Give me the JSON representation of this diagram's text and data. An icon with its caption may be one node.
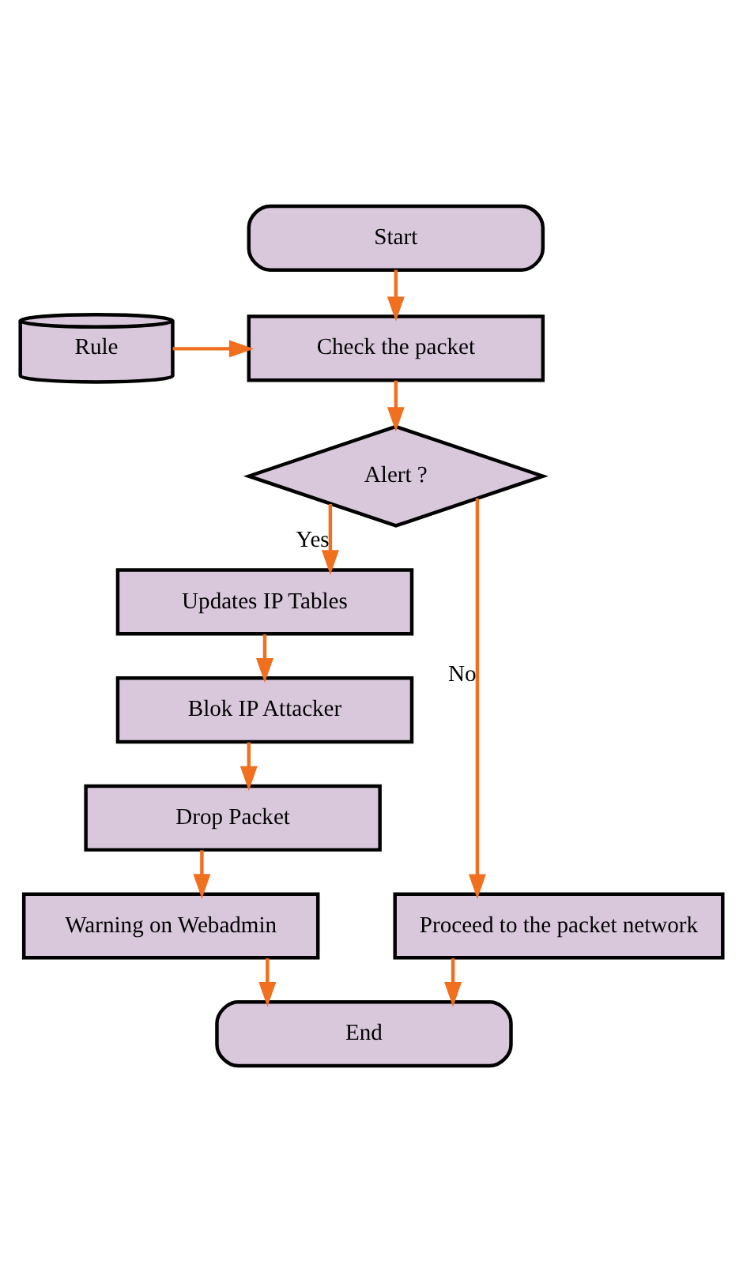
{
  "diagram": {
    "nodes": [
      {
        "text": [
          "Start"
        ]
      },
      {
        "text": [
          "Check the packet"
        ]
      },
      {
        "text": [
          "Rule"
        ]
      },
      {
        "text": [
          "Alert ?"
        ]
      },
      {
        "text": [
          "Updates IP Tables"
        ]
      },
      {
        "text": [
          "Blok IP Attacker"
        ]
      },
      {
        "text": [
          "Drop Packet"
        ]
      },
      {
        "text": [
          "Warning on Webadmin"
        ]
      },
      {
        "text": [
          "Proceed to the packet network"
        ]
      },
      {
        "text": [
          "End"
        ]
      }
    ],
    "edges": [
      {
        "from": 0,
        "to": 1,
        "arrow": "to"
      },
      {
        "from": 2,
        "to": 1,
        "arrow": "to"
      },
      {
        "from": 1,
        "to": 3,
        "arrow": "to"
      },
      {
        "from": 3,
        "to": 4,
        "arrow": "to",
        "label": "Yes"
      },
      {
        "from": 3,
        "to": 8,
        "arrow": "to",
        "label": "No"
      },
      {
        "from": 4,
        "to": 5,
        "arrow": "to"
      },
      {
        "from": 5,
        "to": 6,
        "arrow": "to"
      },
      {
        "from": 6,
        "to": 7,
        "arrow": "to"
      },
      {
        "from": 7,
        "to": 9,
        "arrow": "to"
      },
      {
        "from": 8,
        "to": 9,
        "arrow": "to"
      }
    ]
  }
}
